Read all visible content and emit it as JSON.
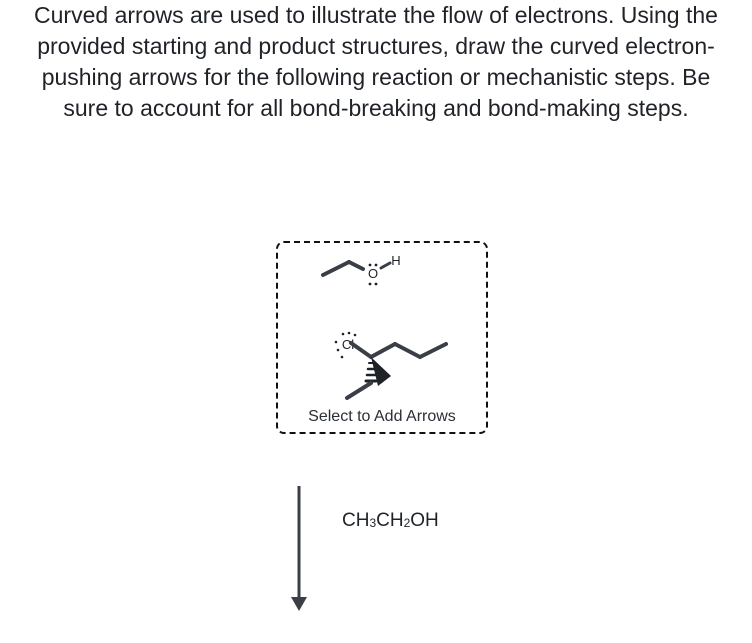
{
  "question": {
    "text": "Curved arrows are used to illustrate the flow of electrons. Using the provided starting and product structures, draw the curved electron-pushing arrows for the following reaction or mechanistic steps. Be sure to account for all bond-breaking and bond-making steps."
  },
  "canvas": {
    "add_arrows_label": "Select to Add Arrows",
    "atoms": {
      "oxygen": "O",
      "hydrogen": "H",
      "chlorine": "Cl"
    }
  },
  "reagent": {
    "parts": [
      "CH",
      "3",
      "CH",
      "2",
      "OH"
    ]
  },
  "colors": {
    "bond": "#3a3f47",
    "text": "#1f2328",
    "box_border": "#111111"
  }
}
